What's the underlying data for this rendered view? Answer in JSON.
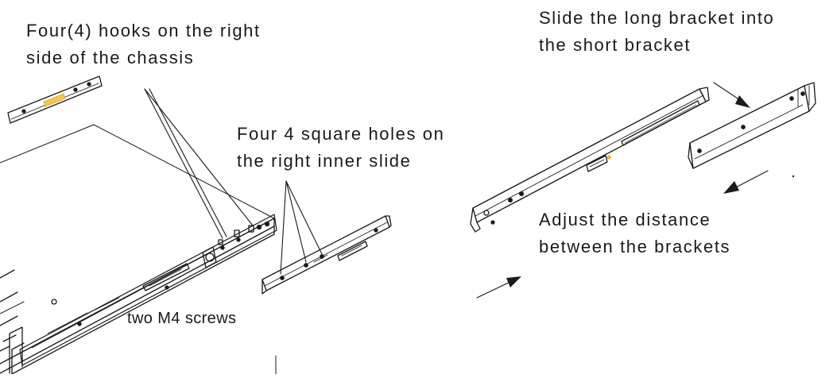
{
  "labels": {
    "hooks": {
      "line1": "Four(4) hooks on the right",
      "line2": "side of the chassis"
    },
    "slide": {
      "line1": "Slide the long bracket into",
      "line2": "the short bracket"
    },
    "square": {
      "line1": "Four 4 square holes on",
      "line2": "the right inner slide"
    },
    "adjust": {
      "line1": "Adjust the distance",
      "line2": "between the brackets"
    },
    "screws": {
      "line1": "two M4 screws"
    }
  },
  "colors": {
    "ink": "#1a1a1a",
    "highlight": "#f2c94c",
    "paper": "#ffffff"
  }
}
